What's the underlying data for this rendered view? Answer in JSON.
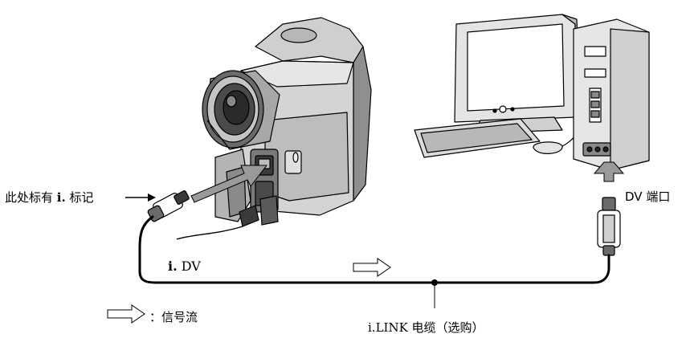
{
  "labels": {
    "marked_here": "此处标有",
    "marked_suffix": "标记",
    "dv_left": "DV",
    "dv_port": "DV 端口",
    "signal_flow": "：信号流",
    "cable": "i.LINK 电缆（选购）"
  },
  "icons": {
    "ilink": "i.link-symbol-icon",
    "arrow": "right-arrow-icon",
    "signal": "signal-flow-arrow-icon"
  },
  "colors": {
    "line": "#000000",
    "arrow_fill": "#9a9a9a",
    "device_light": "#d6d6d6",
    "device_mid": "#a8a8a8",
    "device_dark": "#5a5a5a"
  }
}
